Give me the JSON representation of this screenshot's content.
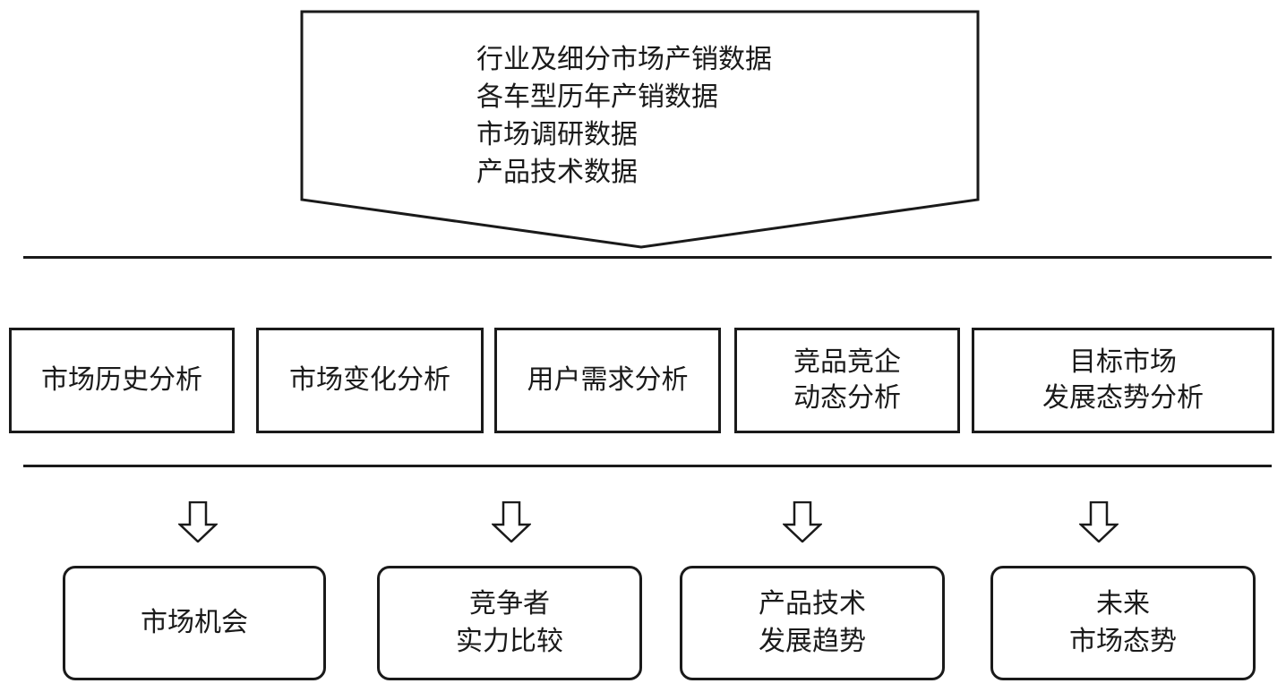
{
  "input": {
    "lines": [
      "行业及细分市场产销数据",
      "各车型历年产销数据",
      "市场调研数据",
      "产品技术数据"
    ]
  },
  "analyses": [
    {
      "lines": [
        "市场历史分析"
      ]
    },
    {
      "lines": [
        "市场变化分析"
      ]
    },
    {
      "lines": [
        "用户需求分析"
      ]
    },
    {
      "lines": [
        "竞品竞企",
        "动态分析"
      ]
    },
    {
      "lines": [
        "目标市场",
        "发展态势分析"
      ]
    }
  ],
  "results": [
    {
      "lines": [
        "市场机会"
      ]
    },
    {
      "lines": [
        "竞争者",
        "实力比较"
      ]
    },
    {
      "lines": [
        "产品技术",
        "发展趋势"
      ]
    },
    {
      "lines": [
        "未来",
        "市场态势"
      ]
    }
  ]
}
